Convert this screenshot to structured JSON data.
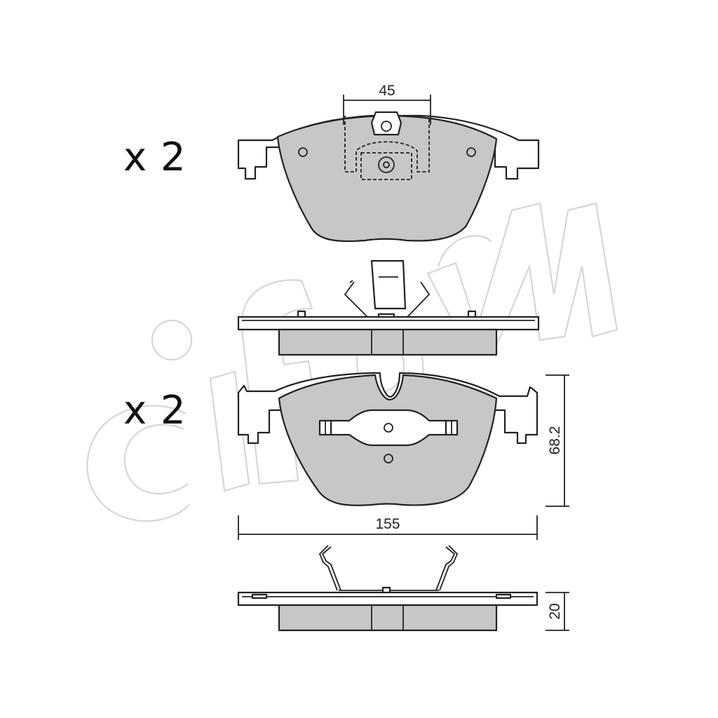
{
  "quantities": {
    "top": "x 2",
    "bottom": "x 2"
  },
  "dimensions": {
    "top_clip_width": "45",
    "pad_height": "68.2",
    "pad_length": "155",
    "thickness": "20"
  },
  "watermark": {
    "text": "cifam",
    "color": "#d6d6d6"
  },
  "colors": {
    "friction_material": "#c7c7c7",
    "outline": "#222222"
  }
}
